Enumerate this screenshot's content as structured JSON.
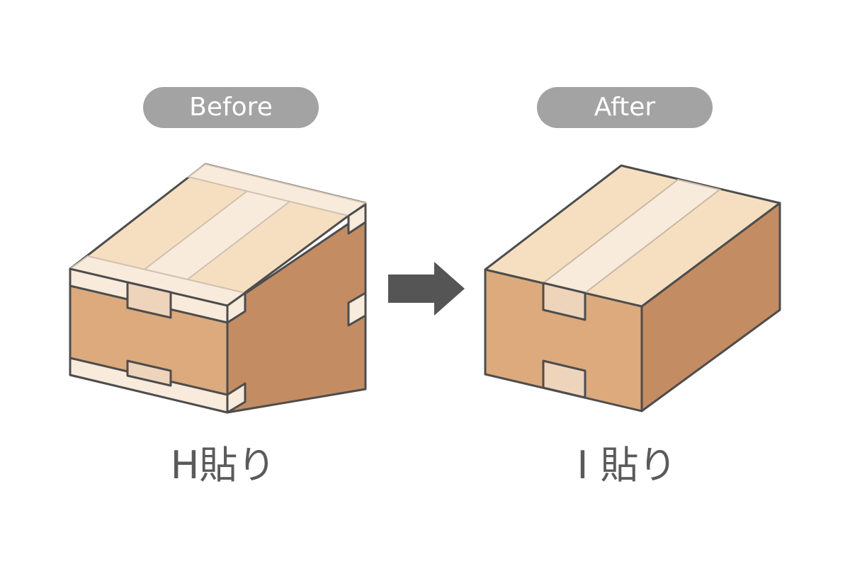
{
  "before": {
    "badge": "Before",
    "caption": "H貼り"
  },
  "after": {
    "badge": "After",
    "caption": "I 貼り"
  },
  "colors": {
    "box_top": "#f6dfc0",
    "box_front": "#dcaa7c",
    "box_side": "#c48c62",
    "tape": "#f8ebdc",
    "tape_dark": "#efd4bc",
    "outline": "#4d4d4d",
    "badge": "#a3a3a3",
    "arrow": "#555555"
  }
}
